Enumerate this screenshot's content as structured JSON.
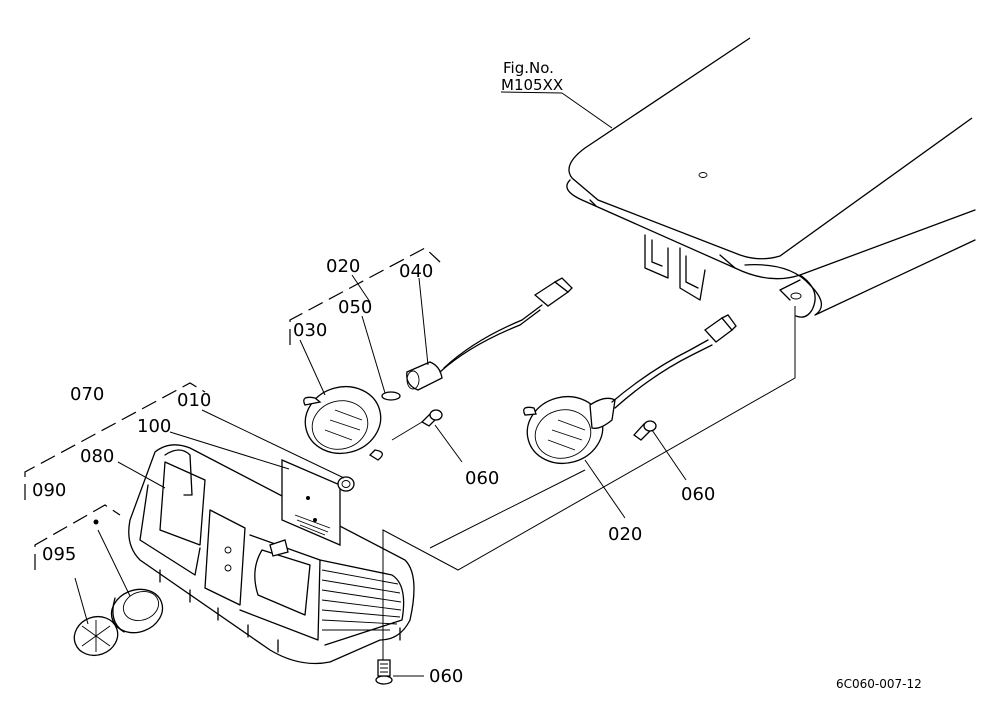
{
  "figure": {
    "fig_no_label": "Fig.No.",
    "fig_no_value": "M105XX",
    "drawing_code": "6C060-007-12"
  },
  "callouts": {
    "c010": "010",
    "c020_group": "020",
    "c020_right": "020",
    "c030": "030",
    "c040": "040",
    "c050": "050",
    "c060_left": "060",
    "c060_right": "060",
    "c060_bottom": "060",
    "c070": "070",
    "c080": "080",
    "c090": "090",
    "c095": "095",
    "c100": "100"
  }
}
